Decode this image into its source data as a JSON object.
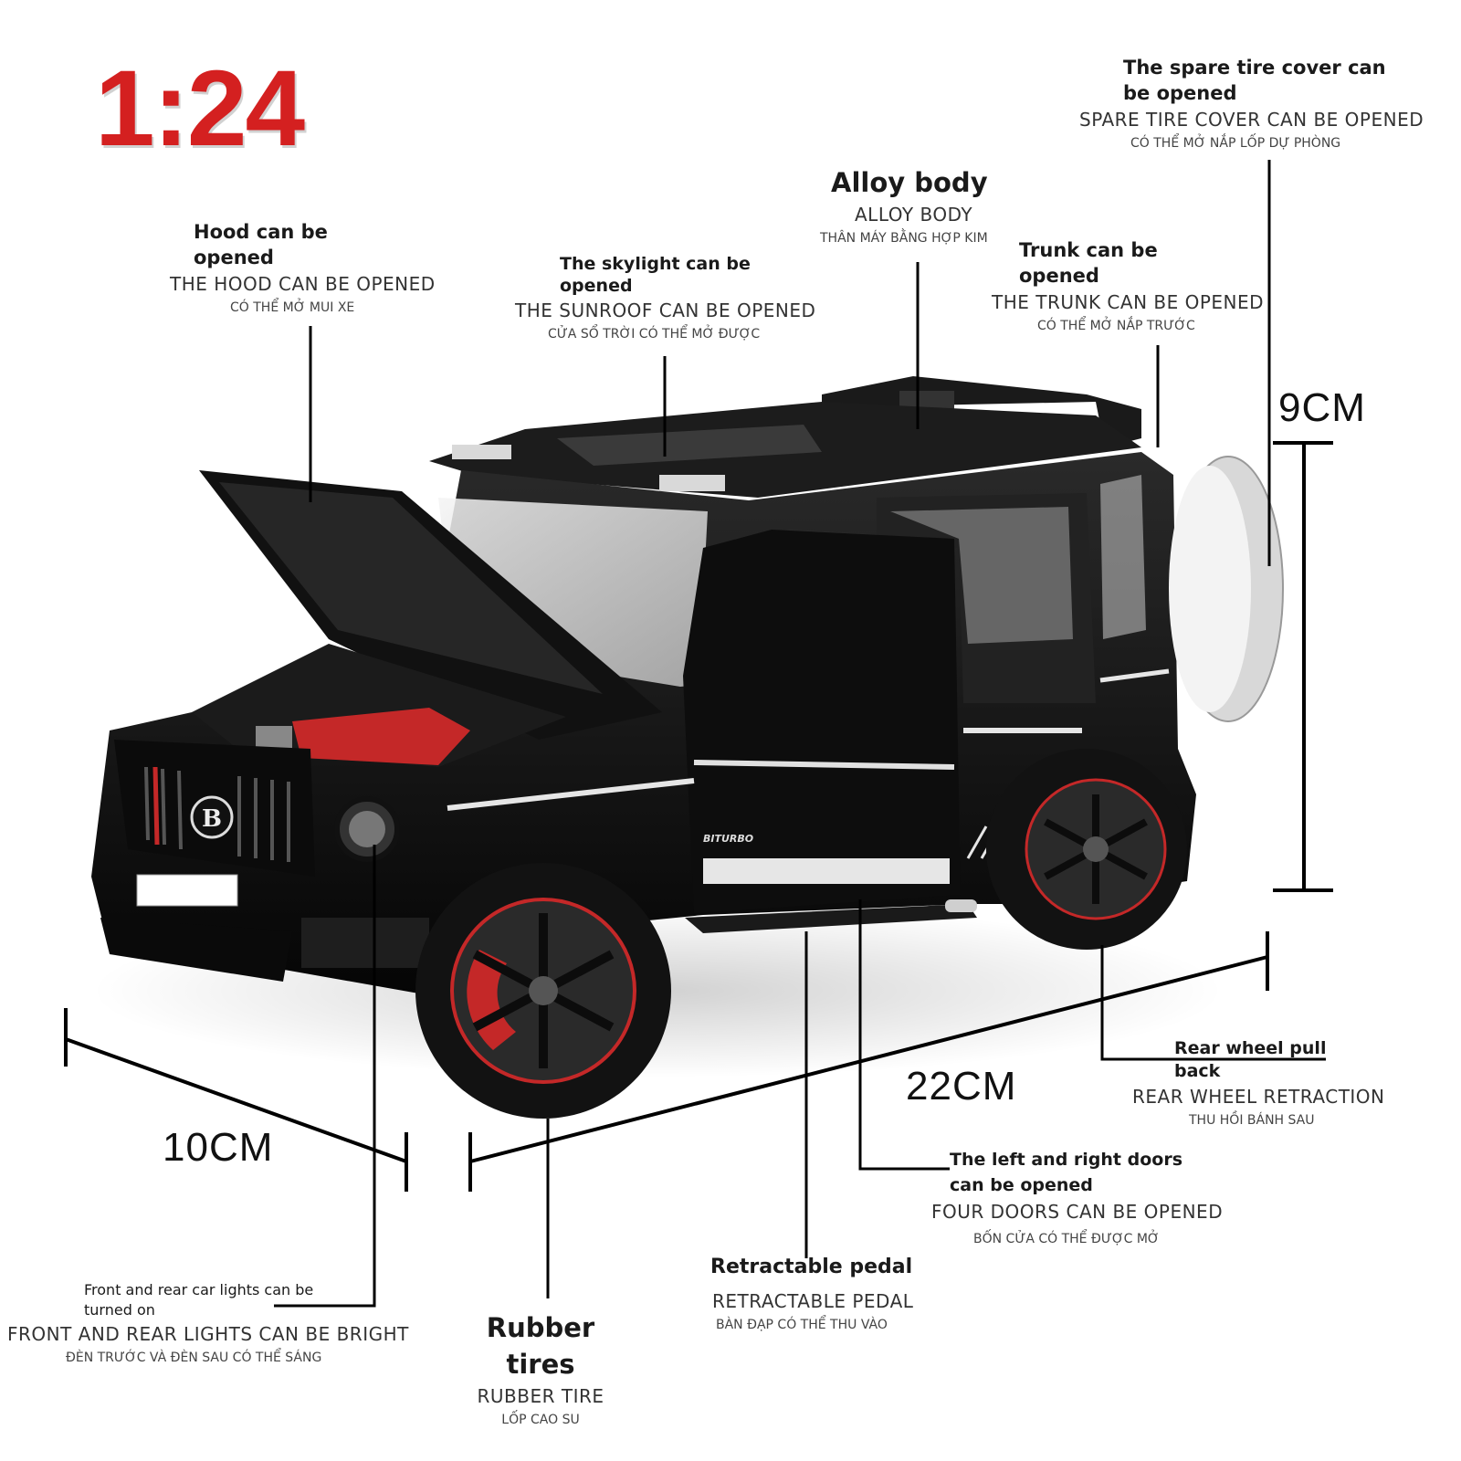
{
  "scale_label": "1:24",
  "colors": {
    "scale": "#d42020",
    "body": "#111111",
    "accent": "#c42828",
    "trim": "#e9e9e9"
  },
  "dimensions": {
    "height": "9CM",
    "length": "22CM",
    "width": "10CM"
  },
  "callouts": {
    "spare_tire": {
      "title": "The spare tire cover can be opened",
      "en": "SPARE TIRE COVER CAN BE OPENED",
      "vi": "CÓ THỂ MỞ NẮP LỐP DỰ PHÒNG"
    },
    "alloy_body": {
      "title": "Alloy body",
      "en": "ALLOY BODY",
      "vi": "THÂN MÁY BẰNG HỢP KIM"
    },
    "hood": {
      "title": "Hood can be opened",
      "en": "THE HOOD CAN BE OPENED",
      "vi": "CÓ THỂ MỞ MUI XE"
    },
    "skylight": {
      "title": "The skylight can be opened",
      "en": "THE SUNROOF CAN BE OPENED",
      "vi": "CỬA SỔ TRỜI CÓ THỂ MỞ ĐƯỢC"
    },
    "trunk": {
      "title": "Trunk can be opened",
      "en": "THE TRUNK CAN BE OPENED",
      "vi": "CÓ THỂ MỞ NẮP TRƯỚC"
    },
    "rear_wheel": {
      "title": "Rear wheel pull back",
      "en": "REAR WHEEL RETRACTION",
      "vi": "THU HỒI BÁNH SAU"
    },
    "doors": {
      "title": "The left and right doors can be opened",
      "en": "FOUR DOORS CAN BE OPENED",
      "vi": "BỐN CỬA CÓ THỂ ĐƯỢC MỞ"
    },
    "pedal": {
      "title": "Retractable pedal",
      "en": "RETRACTABLE PEDAL",
      "vi": "BÀN ĐẠP CÓ THỂ THU VÀO"
    },
    "tires": {
      "title": "Rubber tires",
      "en": "RUBBER TIRE",
      "vi": "LỐP CAO SU"
    },
    "lights": {
      "title": "Front and rear car lights can be turned on",
      "en": "FRONT AND REAR LIGHTS CAN BE BRIGHT",
      "vi": "ĐÈN TRƯỚC VÀ ĐÈN SAU CÓ THỂ SÁNG"
    }
  },
  "car": {
    "badge_letter": "B",
    "side_badge": "BITURBO"
  }
}
